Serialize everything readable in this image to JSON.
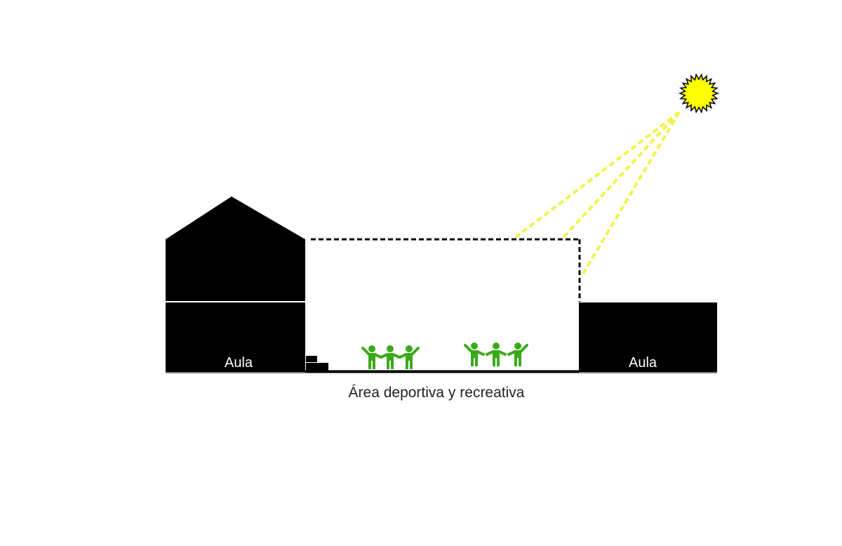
{
  "labels": {
    "left_building": "Aula",
    "right_building": "Aula",
    "caption": "Área deportiva y recreativa"
  },
  "colors": {
    "building": "#000000",
    "people": "#3aaa1a",
    "sun_fill": "#ffff00",
    "sun_rays": "#f2f24a",
    "canopy_outline": "#000000"
  },
  "icons": [
    "sun-icon",
    "flag-icon",
    "person-icon"
  ]
}
